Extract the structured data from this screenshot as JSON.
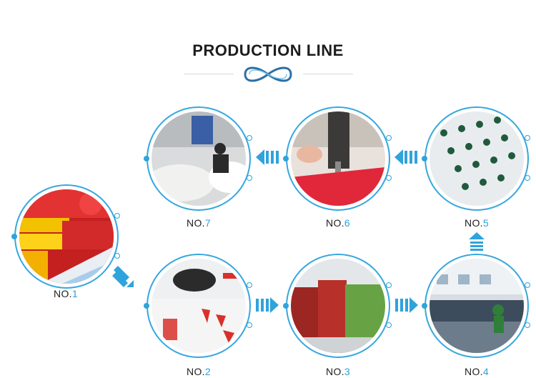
{
  "header": {
    "title": "PRODUCTION LINE"
  },
  "steps": [
    {
      "prefix": "NO.",
      "num": "1"
    },
    {
      "prefix": "NO.",
      "num": "2"
    },
    {
      "prefix": "NO.",
      "num": "3"
    },
    {
      "prefix": "NO.",
      "num": "4"
    },
    {
      "prefix": "NO.",
      "num": "5"
    },
    {
      "prefix": "NO.",
      "num": "6"
    },
    {
      "prefix": "NO.",
      "num": "7"
    }
  ],
  "colors": {
    "accent": "#2fa3dc",
    "title": "#1d1d1d",
    "ring": "#35a7de"
  },
  "icons": [
    "wave-emblem-icon",
    "chevrons-right-icon",
    "chevrons-left-icon",
    "chevrons-up-icon",
    "chevrons-down-right-icon"
  ]
}
